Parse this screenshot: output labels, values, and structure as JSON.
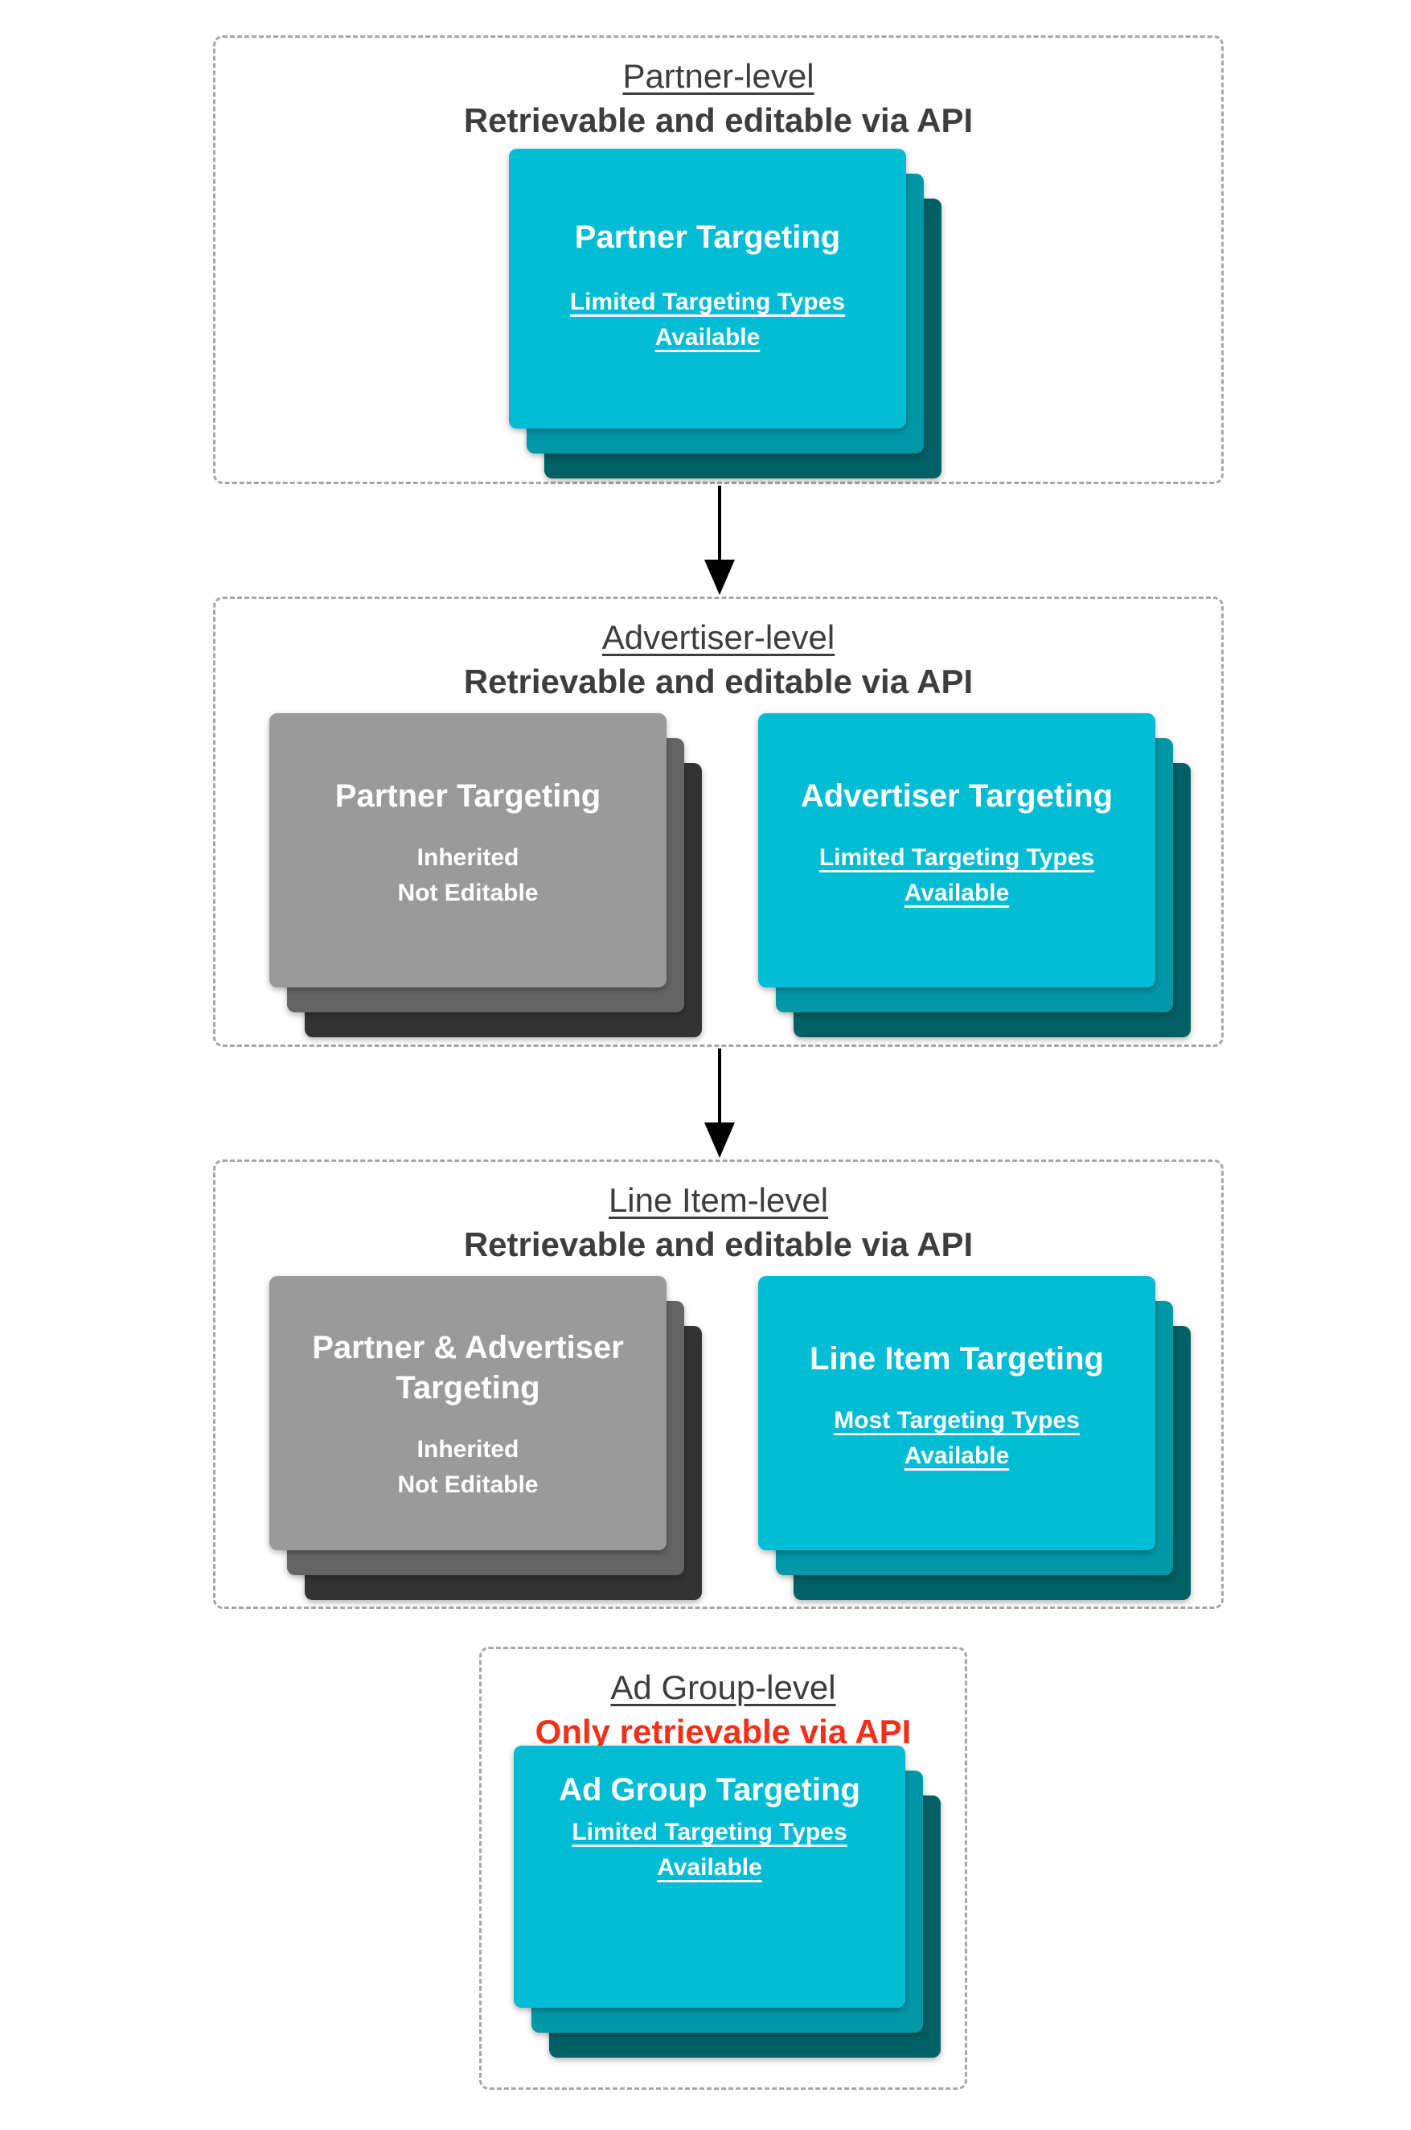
{
  "colors": {
    "teal_front": "#00bcd4",
    "teal_mid": "#0097a7",
    "teal_dark": "#006064",
    "gray_front": "#9a9a9a",
    "gray_mid": "#646464",
    "gray_dark": "#333333",
    "title_text": "#3d3d3d",
    "red_text": "#f4301a",
    "card_text": "#ffffff",
    "dashed_border": "#a6a6a6",
    "arrow": "#000000",
    "page_bg": "#ffffff"
  },
  "sections": [
    {
      "title": "Partner-level",
      "subtitle": "Retrievable and editable via API",
      "cards": [
        {
          "variant": "teal",
          "title": "Partner Targeting",
          "subtitle": "Limited Targeting Types Available",
          "subtitle_underlined": true
        }
      ]
    },
    {
      "title": "Advertiser-level",
      "subtitle": "Retrievable and editable via API",
      "cards": [
        {
          "variant": "gray",
          "title": "Partner Targeting",
          "lines": [
            "Inherited",
            "Not Editable"
          ]
        },
        {
          "variant": "teal",
          "title": "Advertiser Targeting",
          "subtitle": "Limited Targeting Types Available",
          "subtitle_underlined": true
        }
      ]
    },
    {
      "title": "Line Item-level",
      "subtitle": "Retrievable and editable via API",
      "cards": [
        {
          "variant": "gray",
          "title": "Partner & Advertiser Targeting",
          "lines": [
            "Inherited",
            "Not Editable"
          ]
        },
        {
          "variant": "teal",
          "title": "Line Item Targeting",
          "subtitle": "Most Targeting Types Available",
          "subtitle_underlined": true
        }
      ]
    },
    {
      "title": "Ad Group-level",
      "subtitle": "Only retrievable via API",
      "subtitle_is_red": true,
      "cards": [
        {
          "variant": "teal",
          "title": "Ad Group Targeting",
          "subtitle": "Limited Targeting Types Available",
          "subtitle_underlined": true
        }
      ]
    }
  ]
}
